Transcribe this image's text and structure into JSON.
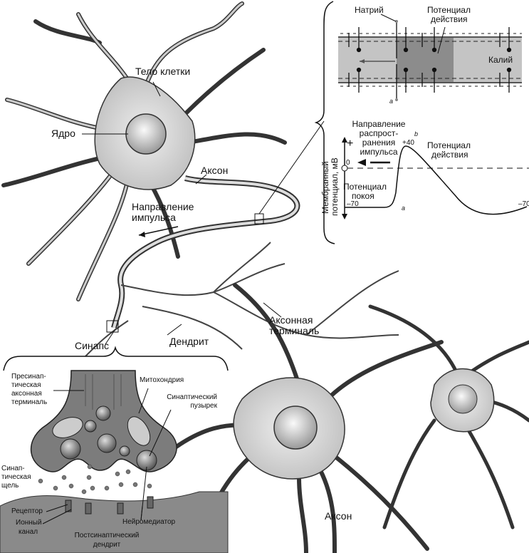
{
  "neuron": {
    "cell_body": "Тело клетки",
    "nucleus": "Ядро",
    "axon": "Аксон",
    "impulse_direction": [
      "Направление",
      "импульса"
    ],
    "synapse": "Синапс",
    "dendrite": "Дендрит",
    "axon_terminal": [
      "Аксонная",
      "терминаль"
    ],
    "axon_bottom": "Аксон"
  },
  "membrane_panel": {
    "sodium": "Натрий",
    "action_potential": [
      "Потенциал",
      "действия"
    ],
    "potassium": "Калий",
    "point_a": "a"
  },
  "potential_graph": {
    "direction": [
      "Направление",
      "распрост-",
      "ранения",
      "импульса"
    ],
    "y_axis_label": [
      "Мембранный",
      "потенциал, мВ"
    ],
    "plus": "+",
    "peak_label": "+40",
    "zero_label": "0",
    "rest_label_left": "–70",
    "rest_label_right": "–70",
    "point_a": "a",
    "point_b": "b",
    "action_potential": [
      "Потенциал",
      "действия"
    ],
    "resting_potential": [
      "Потенциал",
      "покоя"
    ]
  },
  "synapse_panel": {
    "presynaptic": [
      "Пресинап-",
      "тическая",
      "аксонная",
      "терминаль"
    ],
    "mitochondrion": "Митохондрия",
    "vesicle": [
      "Синаптический",
      "пузырек"
    ],
    "cleft": [
      "Синап-",
      "тическая",
      "щель"
    ],
    "receptor": "Рецептор",
    "ion_channel": [
      "Ионный",
      "канал"
    ],
    "neurotransmitter": "Нейромедиатор",
    "postsynaptic": [
      "Постсинаптический",
      "дендрит"
    ]
  }
}
